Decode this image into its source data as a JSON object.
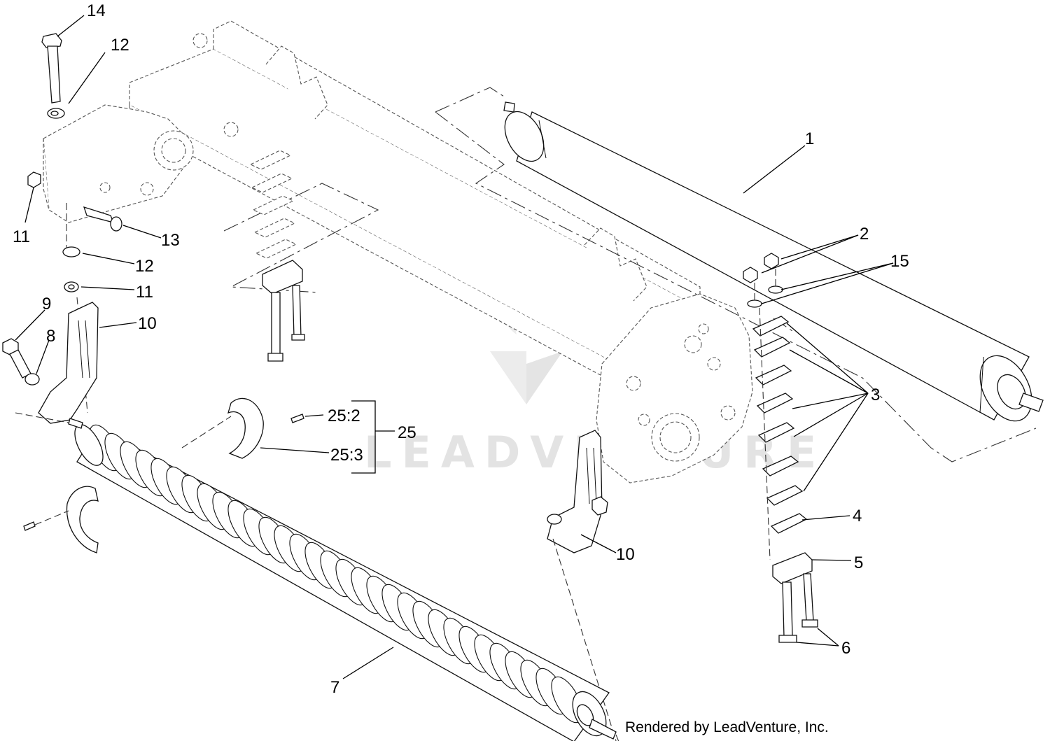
{
  "diagram": {
    "callouts": {
      "c1": "1",
      "c2": "2",
      "c3": "3",
      "c4": "4",
      "c5": "5",
      "c6": "6",
      "c7": "7",
      "c8": "8",
      "c9": "9",
      "c10a": "10",
      "c10b": "10",
      "c11a": "11",
      "c11b": "11",
      "c12a": "12",
      "c12b": "12",
      "c13": "13",
      "c14": "14",
      "c15": "15",
      "c25": "25",
      "c25_2": "25:2",
      "c25_3": "25:3"
    },
    "watermark": "LEADVENTURE",
    "credit": "Rendered by LeadVenture, Inc."
  }
}
